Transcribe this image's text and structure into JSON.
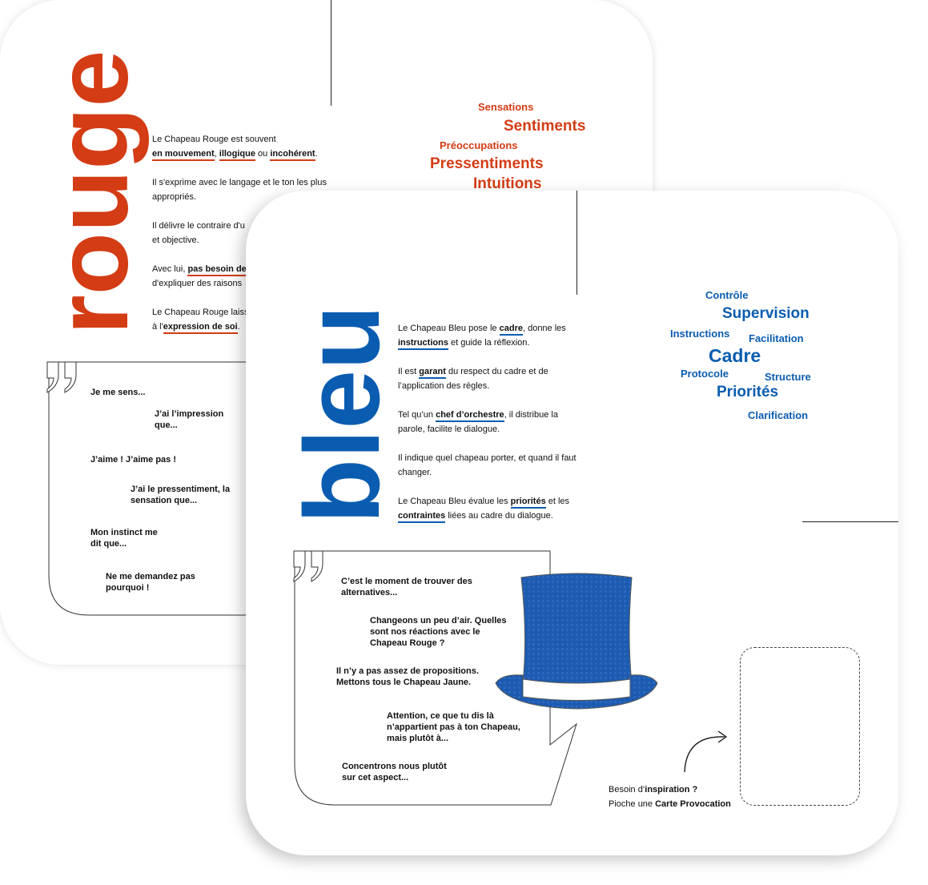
{
  "colors": {
    "red": "#d33c14",
    "blue": "#0a5cb0"
  },
  "rouge": {
    "title": "rouge",
    "paragraphs": [
      [
        {
          "t": "Le Chapeau Rouge est souvent "
        },
        {
          "br": 1
        },
        {
          "t": "en mouvement",
          "u": 1
        },
        {
          "t": ", "
        },
        {
          "t": "illogique",
          "u": 1
        },
        {
          "t": " ou "
        },
        {
          "t": "incohérent",
          "u": 1
        },
        {
          "t": "."
        }
      ],
      [
        {
          "t": "Il s'exprime avec le langage et le ton les plus appropriés."
        }
      ],
      [
        {
          "t": "Il délivre le contraire d'u"
        },
        {
          "br": 1
        },
        {
          "t": "et objective."
        }
      ],
      [
        {
          "t": "Avec lui, "
        },
        {
          "t": "pas besoin de",
          "u": 1
        },
        {
          "br": 1
        },
        {
          "t": "d'expliquer des raisons"
        }
      ],
      [
        {
          "t": "Le Chapeau Rouge laiss"
        },
        {
          "br": 1
        },
        {
          "t": "à l'"
        },
        {
          "t": "expression de soi",
          "u": 1
        },
        {
          "t": "."
        }
      ]
    ],
    "words": [
      "Sensations",
      "Sentiments",
      "Préoccupations",
      "Pressentiments",
      "Intuitions"
    ],
    "quotes": [
      "Je me sens...",
      "J’ai l’impression que...",
      "J’aime ! J’aime pas !",
      "J’ai le pressentiment, la sensation que...",
      "Mon instinct me dit que...",
      "Ne me demandez pas pourquoi !"
    ]
  },
  "bleu": {
    "title": "bleu",
    "paragraphs": [
      [
        {
          "t": "Le Chapeau Bleu pose le "
        },
        {
          "t": "cadre",
          "u": 1
        },
        {
          "t": ", donne les "
        },
        {
          "t": "instructions",
          "u": 1
        },
        {
          "t": " et guide la réflexion."
        }
      ],
      [
        {
          "t": "Il est "
        },
        {
          "t": "garant",
          "u": 1
        },
        {
          "t": " du respect du cadre et de l’application des règles."
        }
      ],
      [
        {
          "t": "Tel qu’un "
        },
        {
          "t": "chef d’orchestre",
          "u": 1
        },
        {
          "t": ", il distribue la parole, facilite le dialogue."
        }
      ],
      [
        {
          "t": "Il indique quel chapeau porter, et quand il faut changer."
        }
      ],
      [
        {
          "t": "Le Chapeau Bleu évalue les "
        },
        {
          "t": "priorités",
          "u": 1
        },
        {
          "t": " et les "
        },
        {
          "t": "contraintes",
          "u": 1
        },
        {
          "t": " liées au cadre du dialogue."
        }
      ]
    ],
    "words": [
      "Contrôle",
      "Supervision",
      "Instructions",
      "Facilitation",
      "Cadre",
      "Protocole",
      "Structure",
      "Priorités",
      "Clarification"
    ],
    "quotes": [
      "C’est le moment de trouver des alternatives...",
      "Changeons un peu d’air. Quelles sont nos réactions avec le Chapeau Rouge ?",
      "Il n’y a pas assez de propositions. Mettons tous le Chapeau Jaune.",
      "Attention, ce que tu dis là n’appartient pas à ton Chapeau, mais plutôt à...",
      "Concentrons nous plutôt sur cet aspect..."
    ],
    "inspiration": {
      "line1_a": "Besoin d’",
      "line1_b": "inspiration ?",
      "line2_a": "Pioche une ",
      "line2_b": "Carte Provocation"
    }
  }
}
